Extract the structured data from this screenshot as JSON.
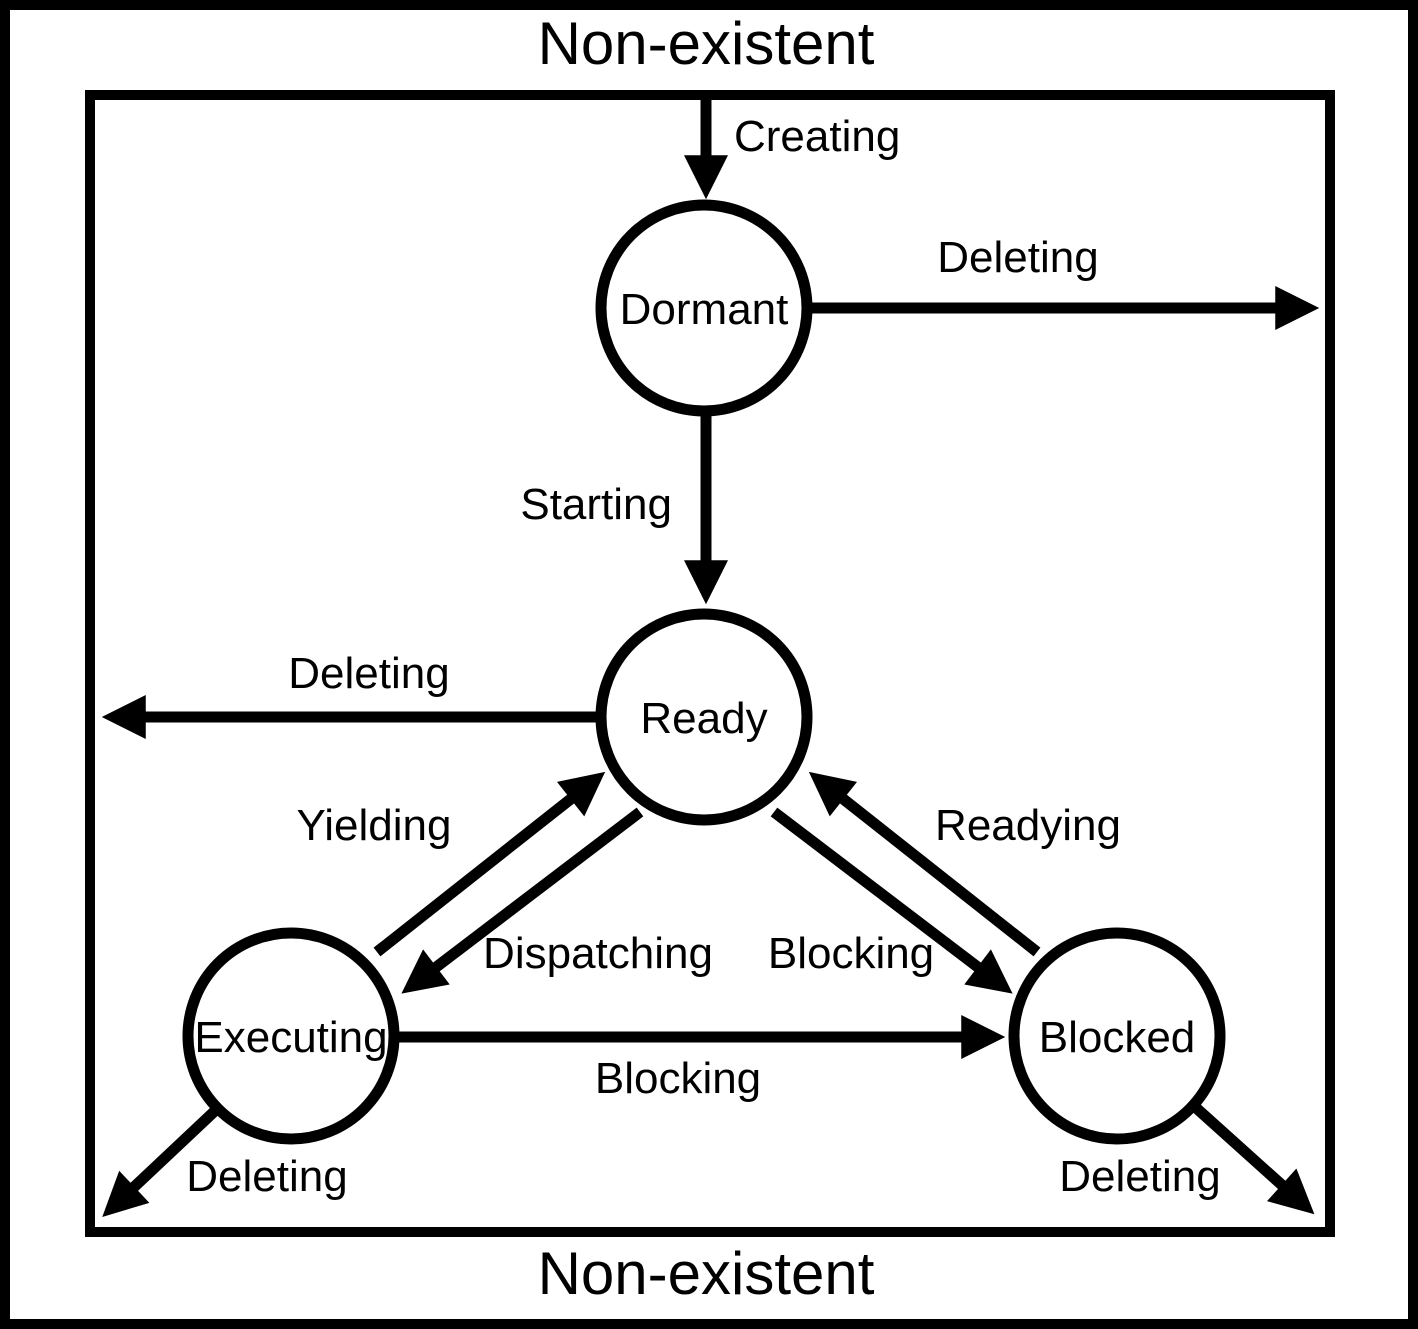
{
  "diagram": {
    "type": "state-transition-diagram",
    "title_top": "Non-existent",
    "title_bottom": "Non-existent",
    "colors": {
      "foreground": "#000000",
      "background": "#ffffff"
    }
  },
  "states": [
    {
      "id": "dormant",
      "label": "Dormant"
    },
    {
      "id": "ready",
      "label": "Ready"
    },
    {
      "id": "executing",
      "label": "Executing"
    },
    {
      "id": "blocked",
      "label": "Blocked"
    }
  ],
  "transitions": [
    {
      "id": "creating",
      "label": "Creating",
      "from": "non-existent",
      "to": "dormant"
    },
    {
      "id": "deleting-dormant",
      "label": "Deleting",
      "from": "dormant",
      "to": "non-existent"
    },
    {
      "id": "starting",
      "label": "Starting",
      "from": "dormant",
      "to": "ready"
    },
    {
      "id": "deleting-ready",
      "label": "Deleting",
      "from": "ready",
      "to": "non-existent"
    },
    {
      "id": "yielding",
      "label": "Yielding",
      "from": "executing",
      "to": "ready"
    },
    {
      "id": "dispatching",
      "label": "Dispatching",
      "from": "ready",
      "to": "executing"
    },
    {
      "id": "blocking-to-blocked",
      "label": "Blocking",
      "from": "ready",
      "to": "blocked"
    },
    {
      "id": "readying",
      "label": "Readying",
      "from": "blocked",
      "to": "ready"
    },
    {
      "id": "blocking-exec",
      "label": "Blocking",
      "from": "executing",
      "to": "blocked"
    },
    {
      "id": "deleting-executing",
      "label": "Deleting",
      "from": "executing",
      "to": "non-existent"
    },
    {
      "id": "deleting-blocked",
      "label": "Deleting",
      "from": "blocked",
      "to": "non-existent"
    }
  ]
}
